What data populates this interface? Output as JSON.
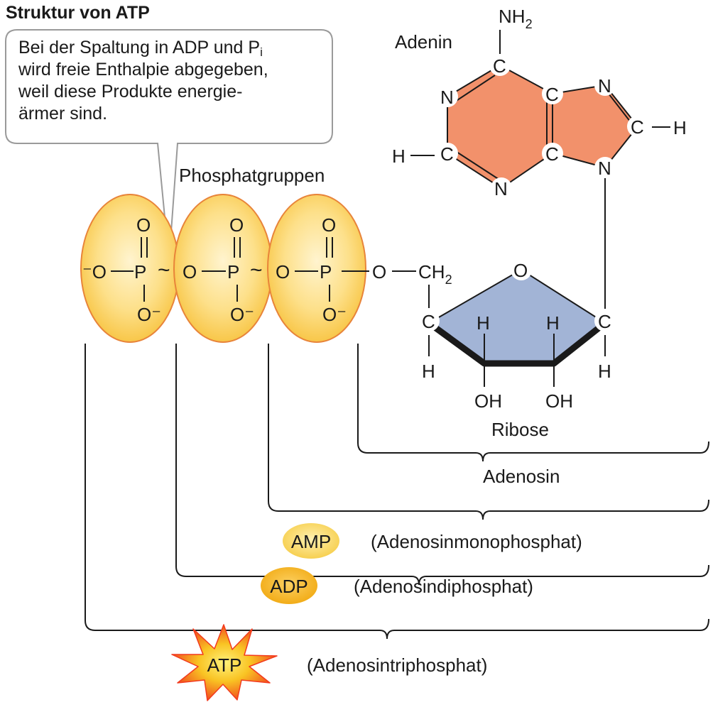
{
  "title": "Struktur von ATP",
  "callout": {
    "line1_pre": "Bei der Spaltung in ADP und P",
    "line1_sub": "i",
    "line2": "wird freie Enthalpie abgegeben,",
    "line3": "weil diese Produkte energie-",
    "line4": "ärmer sind."
  },
  "labels": {
    "phosphate_groups": "Phosphatgruppen",
    "adenine": "Adenin",
    "ribose": "Ribose",
    "adenosine": "Adenosin",
    "amp_full": "(Adenosinmonophosphat)",
    "adp_full": "(Adenosindiphosphat)",
    "atp_full": "(Adenosintriphosphat)"
  },
  "badges": {
    "amp": "AMP",
    "adp": "ADP",
    "atp": "ATP"
  },
  "atoms": {
    "o_minus_left": "⁻O",
    "o": "O",
    "p": "P",
    "o_minus": "O⁻",
    "tilde": "~",
    "dash": "—",
    "ch": "CH",
    "sub2": "2",
    "c": "C",
    "h": "H",
    "n": "N",
    "oh": "OH",
    "nh": "NH"
  },
  "colors": {
    "phosphate_fill": "#fbd04f",
    "phosphate_stroke": "#e8843a",
    "adenine_fill": "#f2916b",
    "ribose_fill": "#a2b4d6",
    "amp_badge": "#fbd55a",
    "adp_badge": "#f7b21c",
    "atp_star": "#f23a1e"
  }
}
